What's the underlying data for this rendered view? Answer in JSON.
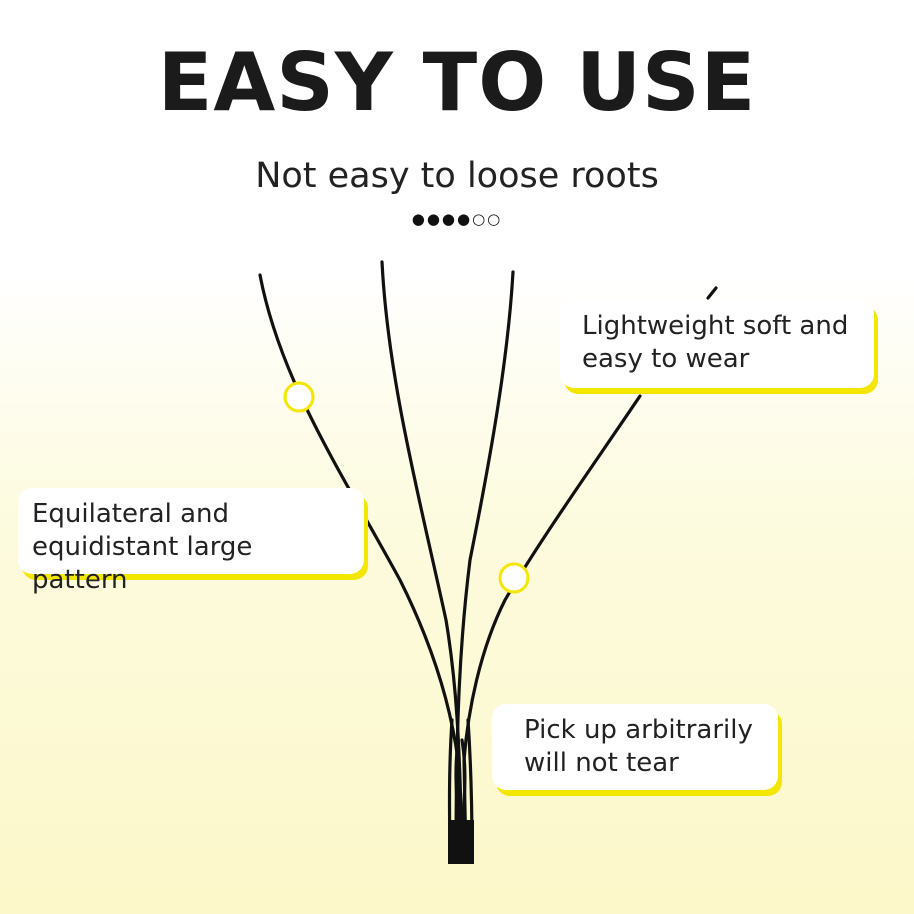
{
  "title": "EASY TO USE",
  "subtitle": "Not easy to loose roots",
  "dots": "●●●●○○",
  "callouts": {
    "lightweight": {
      "line1": "Lightweight soft and",
      "line2": "easy to wear"
    },
    "pattern": {
      "line1": "Equilateral and",
      "line2": "equidistant large pattern"
    },
    "tear": {
      "line1": "Pick up arbitrarily",
      "line2": "will not tear"
    }
  },
  "colors": {
    "accent": "#f3e600",
    "text": "#1b1b1b",
    "lash": "#111111"
  }
}
